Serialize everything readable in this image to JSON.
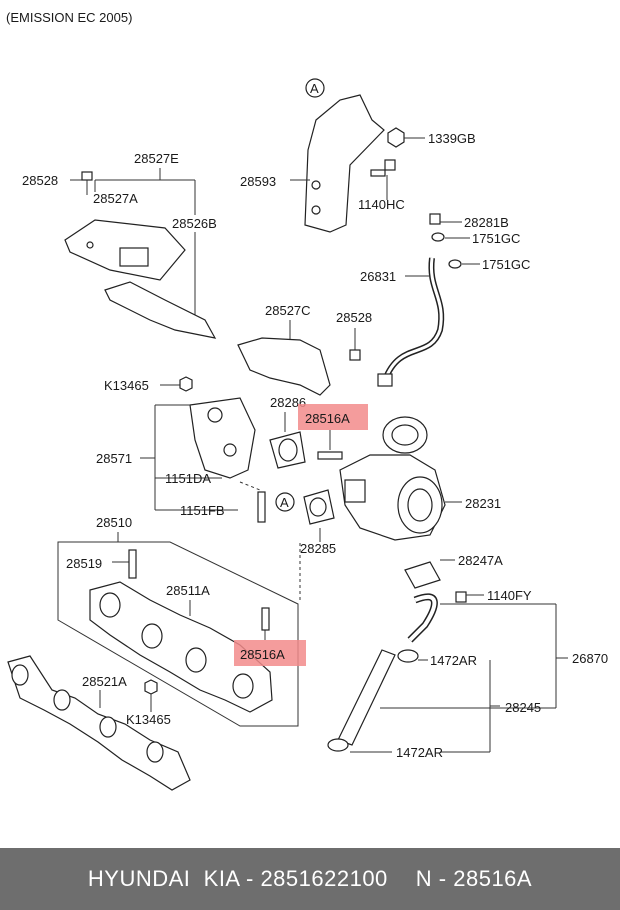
{
  "header": {
    "caption": "(EMISSION EC  2005)"
  },
  "labels": {
    "a_top": "A",
    "a_mid": "A",
    "p1339GB": "1339GB",
    "p28593": "28593",
    "p1140HC": "1140HC",
    "p28281B": "28281B",
    "p1751GC_1": "1751GC",
    "p1751GC_2": "1751GC",
    "p26831": "26831",
    "p28528_1": "28528",
    "p28527E": "28527E",
    "p28527A": "28527A",
    "p28526B": "28526B",
    "p28527C": "28527C",
    "p28528_2": "28528",
    "pK13465_1": "K13465",
    "p28286": "28286",
    "p28516A_1": "28516A",
    "p28571": "28571",
    "p1151DA": "1151DA",
    "p1151FB": "1151FB",
    "p28231": "28231",
    "p28285": "28285",
    "p28510": "28510",
    "p28519": "28519",
    "p28511A": "28511A",
    "p28516A_2": "28516A",
    "p28247A": "28247A",
    "p1140FY": "1140FY",
    "p26870": "26870",
    "p1472AR_1": "1472AR",
    "p28521A": "28521A",
    "pK13465_2": "K13465",
    "p28245": "28245",
    "p1472AR_2": "1472AR"
  },
  "footer": {
    "brand": "HYUNDAI  KIA - 2851622100",
    "name": "N - 28516A"
  },
  "colors": {
    "highlight": "#f28b8b",
    "footer_bg": "#6e6e6e"
  }
}
